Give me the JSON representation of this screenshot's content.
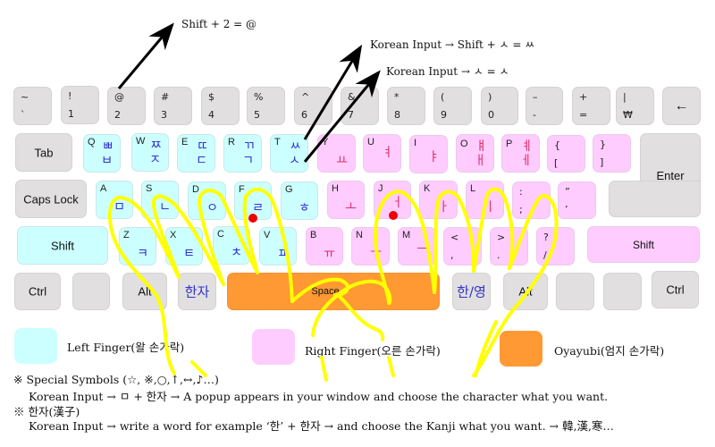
{
  "annotations": {
    "shift_2": "Shift + 2 = @",
    "shift_s": "Korean Input → Shift + ㅅ = ㅆ",
    "plain_s": "Korean Input → ㅅ = ㅅ"
  },
  "row1": [
    {
      "top": "~",
      "bot": "`"
    },
    {
      "top": "!",
      "bot": "1"
    },
    {
      "top": "@",
      "bot": "2"
    },
    {
      "top": "#",
      "bot": "3"
    },
    {
      "top": "$",
      "bot": "4"
    },
    {
      "top": "%",
      "bot": "5"
    },
    {
      "top": "^",
      "bot": "6"
    },
    {
      "top": "&",
      "bot": "7"
    },
    {
      "top": "*",
      "bot": "8"
    },
    {
      "top": "(",
      "bot": "9"
    },
    {
      "top": ")",
      "bot": "0"
    },
    {
      "top": "–",
      "bot": "-"
    },
    {
      "top": "+",
      "bot": "="
    },
    {
      "top": "|",
      "bot": "₩"
    },
    {
      "cap": "←"
    }
  ],
  "row2": {
    "tab": "Tab",
    "keys": [
      {
        "latin": "Q",
        "hg_top": "ㅃ",
        "hg_bot": "ㅂ"
      },
      {
        "latin": "W",
        "hg_top": "ㅉ",
        "hg_bot": "ㅈ"
      },
      {
        "latin": "E",
        "hg_top": "ㄸ",
        "hg_bot": "ㄷ"
      },
      {
        "latin": "R",
        "hg_top": "ㄲ",
        "hg_bot": "ㄱ"
      },
      {
        "latin": "T",
        "hg_top": "ㅆ",
        "hg_bot": "ㅅ"
      },
      {
        "latin": "Y",
        "hg_top": "",
        "hg_bot": "ㅛ"
      },
      {
        "latin": "U",
        "hg_top": "",
        "hg_bot": "ㅕ"
      },
      {
        "latin": "I",
        "hg_top": "",
        "hg_bot": "ㅑ"
      },
      {
        "latin": "O",
        "hg_top": "ㅒ",
        "hg_bot": "ㅐ"
      },
      {
        "latin": "P",
        "hg_top": "ㅖ",
        "hg_bot": "ㅔ"
      },
      {
        "top": "{",
        "bot": "["
      },
      {
        "top": "}",
        "bot": "]"
      }
    ],
    "enter": "Enter"
  },
  "row3": {
    "caps": "Caps Lock",
    "keys": [
      {
        "latin": "A",
        "hg_bot": "ㅁ"
      },
      {
        "latin": "S",
        "hg_bot": "ㄴ"
      },
      {
        "latin": "D",
        "hg_bot": "ㅇ"
      },
      {
        "latin": "F",
        "hg_bot": "ㄹ"
      },
      {
        "latin": "G",
        "hg_bot": "ㅎ"
      },
      {
        "latin": "H",
        "hg_bot": "ㅗ"
      },
      {
        "latin": "J",
        "hg_bot": "ㅓ"
      },
      {
        "latin": "K",
        "hg_bot": "ㅏ"
      },
      {
        "latin": "L",
        "hg_bot": "ㅣ"
      },
      {
        "top": ":",
        "bot": ";"
      },
      {
        "top": "”",
        "bot": "’"
      }
    ]
  },
  "row4": {
    "shift_left": "Shift",
    "keys": [
      {
        "latin": "Z",
        "hg_bot": "ㅋ"
      },
      {
        "latin": "X",
        "hg_bot": "ㅌ"
      },
      {
        "latin": "C",
        "hg_bot": "ㅊ"
      },
      {
        "latin": "V",
        "hg_bot": "ㅍ"
      },
      {
        "latin": "B",
        "hg_bot": "ㅠ"
      },
      {
        "latin": "N",
        "hg_bot": "ㅜ"
      },
      {
        "latin": "M",
        "hg_bot": "ㅡ"
      },
      {
        "top": "<",
        "bot": ","
      },
      {
        "top": ">",
        "bot": "."
      },
      {
        "top": "?",
        "bot": "/"
      }
    ],
    "shift_right": "Shift"
  },
  "row5": {
    "ctrl_left": "Ctrl",
    "blank_left": "",
    "alt_left": "Alt",
    "hanja": "한자",
    "space": "Space",
    "han_yeong": "한/영",
    "alt_right": "Alt",
    "blank_right_1": "",
    "blank_right_2": "",
    "ctrl_right": "Ctrl"
  },
  "legend": {
    "left": {
      "label": "Left Finger(왈 손가락)",
      "color": "#ccffff"
    },
    "right": {
      "label": "Right Finger(오른 손가락)",
      "color": "#ffccff"
    },
    "thumb": {
      "label": "Oyayubi(엄지 손가락)",
      "color": "#ff9933"
    }
  },
  "footer": {
    "line1": "※ Special Symbols (☆, ※,○,↑,↔,♪…)",
    "line2": "Korean Input → ㅁ + 한자 → A popup appears in your window and choose the character what you want.",
    "line3": "※ 한자(漢子)",
    "line4": "Korean Input → write a word for example ‘한’ + 한자 → and choose the Kanji what you want. → 韓,漢,寒…"
  },
  "colors": {
    "left_finger": "#ccffff",
    "right_finger": "#ffccff",
    "thumb": "#ff9933",
    "key_gray": "#e1dfdf",
    "hangul_left": "#3333cc",
    "hangul_right": "#e0306a",
    "finger_outline": "#ffff00",
    "home_dot": "#ee0000"
  }
}
